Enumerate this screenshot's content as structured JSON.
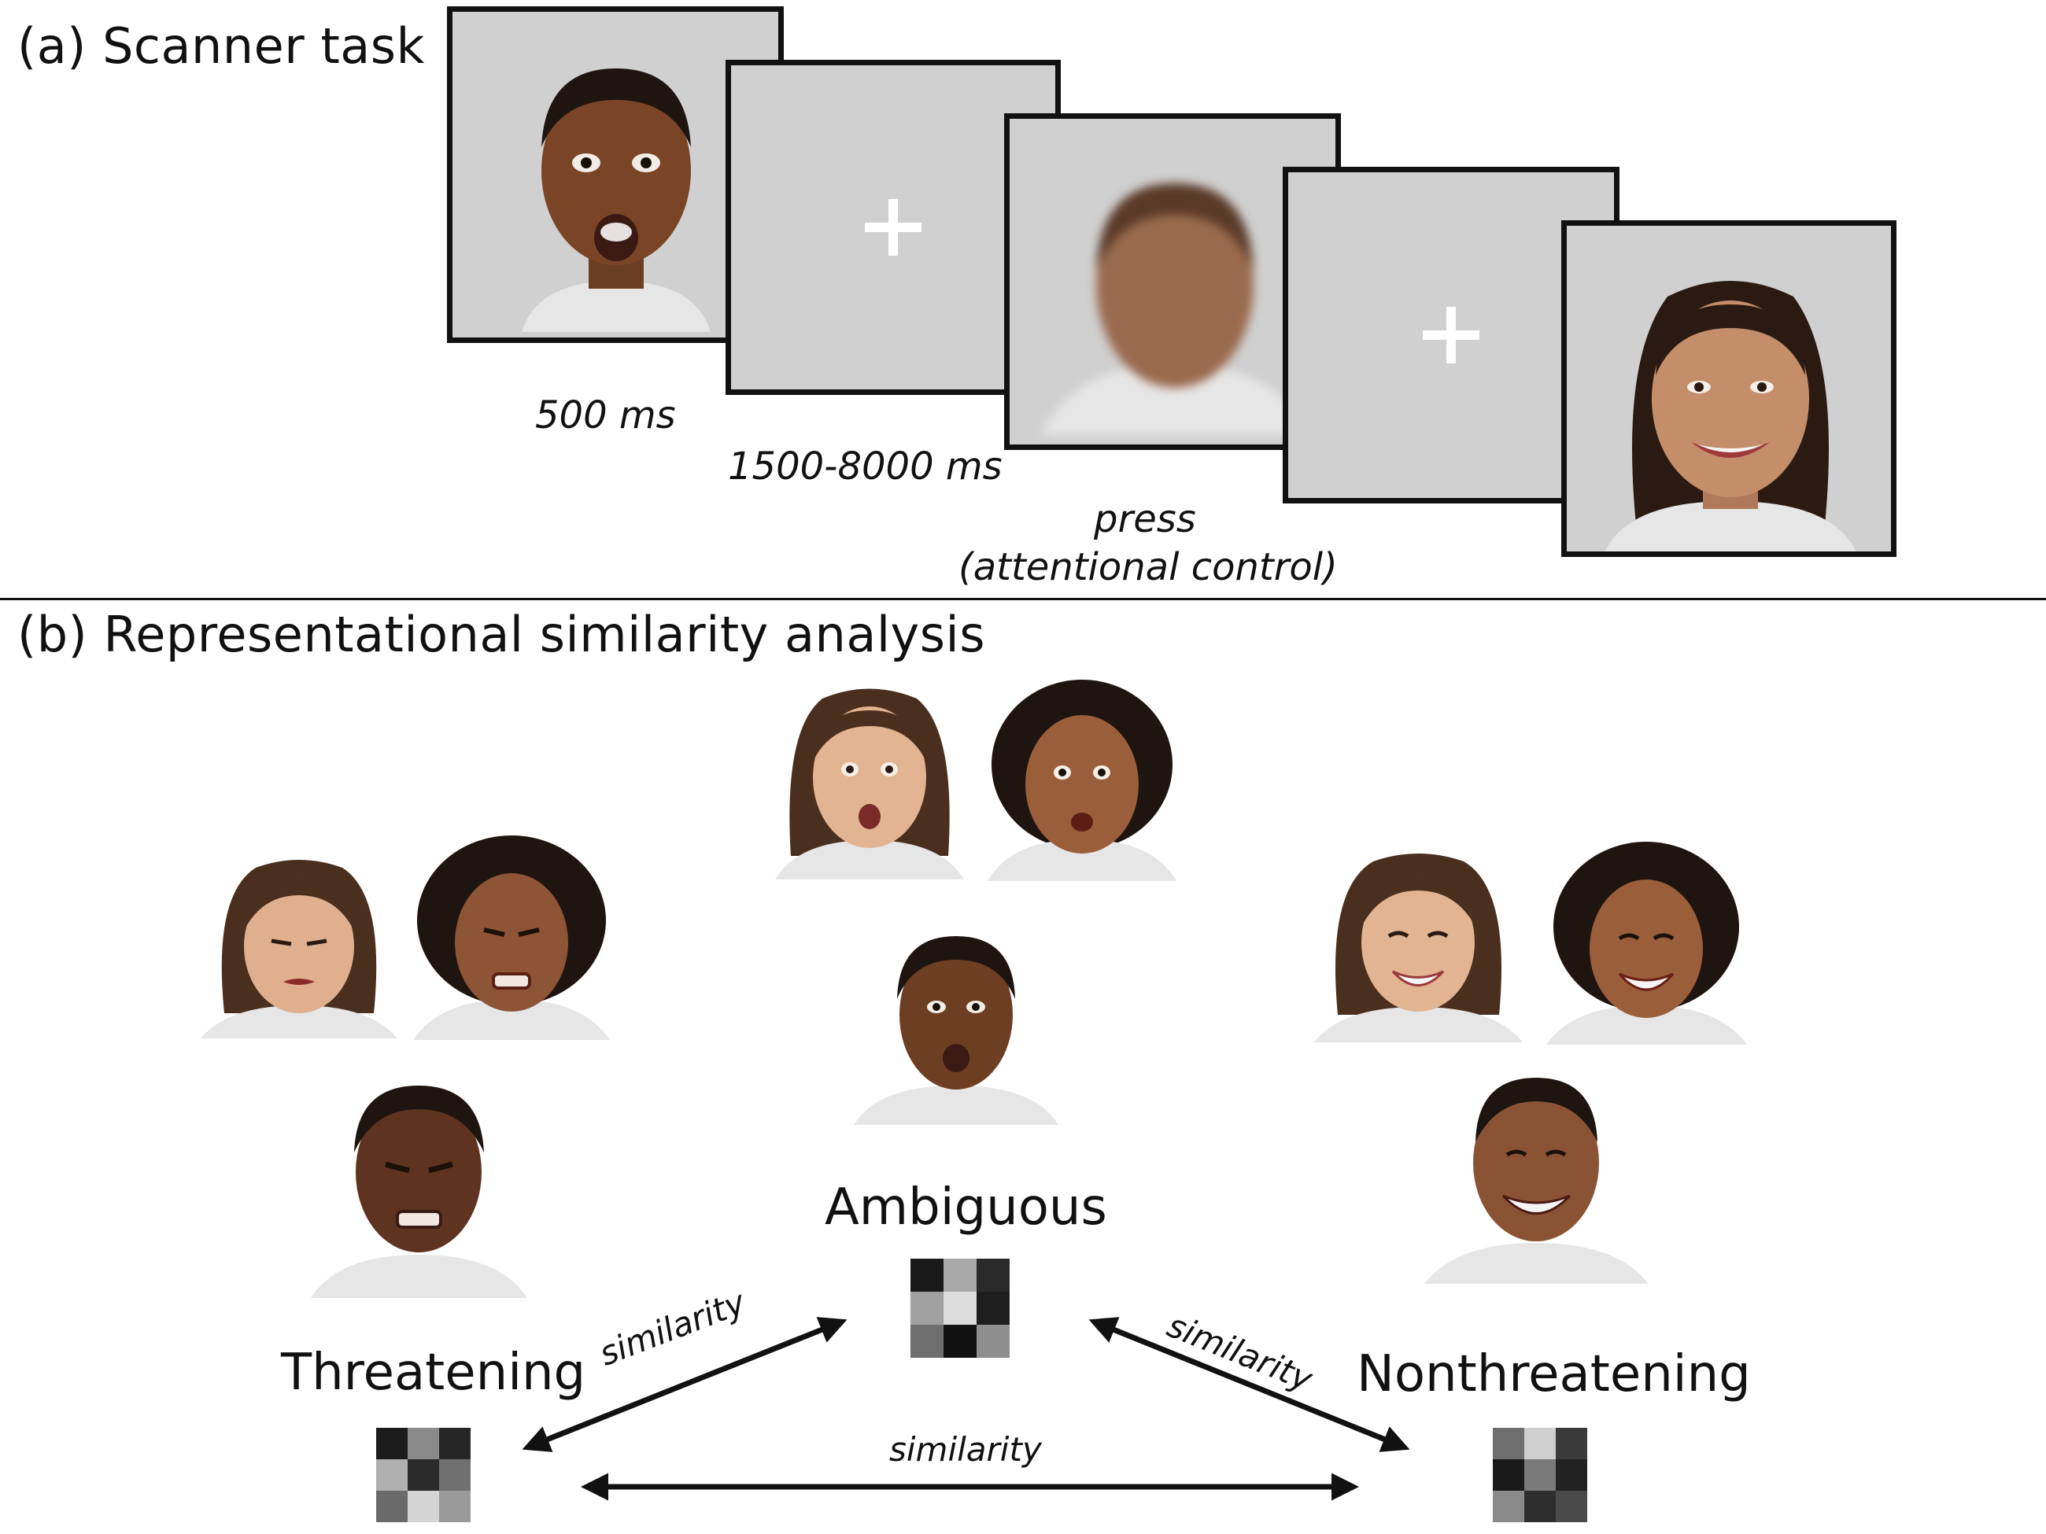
{
  "panel_a": {
    "title": "(a) Scanner task",
    "timings": {
      "face": "500 ms",
      "fixation": "1500-8000 ms",
      "press_line1": "press",
      "press_line2": "(attentional control)"
    }
  },
  "panel_b": {
    "title": "(b) Representational similarity analysis",
    "categories": {
      "ambiguous": "Ambiguous",
      "threatening": "Threatening",
      "nonthreatening": "Nonthreatening"
    },
    "similarity_label": "similarity",
    "rdm_ambiguous": [
      "#1a1a1a",
      "#a8a8a8",
      "#2a2a2a",
      "#a0a0a0",
      "#dcdcdc",
      "#1e1e1e",
      "#6e6e6e",
      "#111111",
      "#8e8e8e"
    ],
    "rdm_threatening": [
      "#1c1c1c",
      "#8a8a8a",
      "#262626",
      "#b0b0b0",
      "#2a2a2a",
      "#707070",
      "#6a6a6a",
      "#d4d4d4",
      "#9a9a9a"
    ],
    "rdm_nonthreatening": [
      "#6e6e6e",
      "#cfcfcf",
      "#3a3a3a",
      "#1a1a1a",
      "#7a7a7a",
      "#222222",
      "#8a8a8a",
      "#2e2e2e",
      "#4a4a4a"
    ]
  },
  "colors": {
    "frame_bg": "#d0d0d0",
    "frame_border": "#111111",
    "arrow": "#111111"
  }
}
